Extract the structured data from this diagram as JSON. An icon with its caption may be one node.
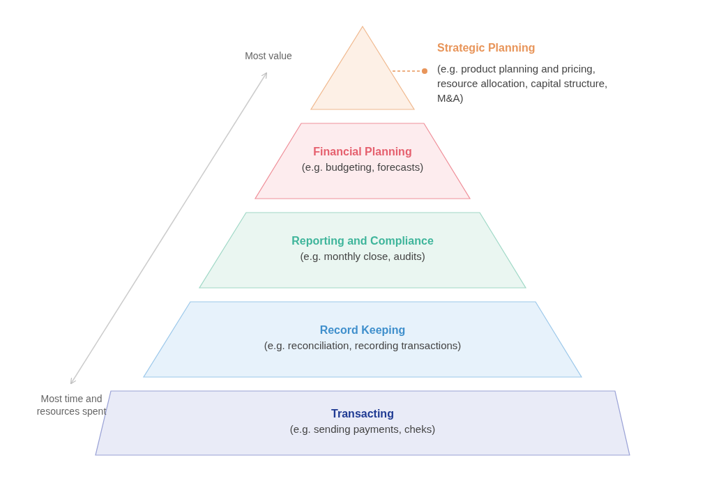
{
  "diagram": {
    "nodes": [
      {
        "text": [],
        "shape": "triangle"
      },
      {
        "text": [
          "Strategic Planning",
          "(e.g. product planning and pricing, resource allocation, capital structure, M&A)"
        ]
      },
      {
        "text": [
          "Financial Planning",
          "(e.g. budgeting, forecasts)"
        ]
      },
      {
        "text": [
          "Reporting and Compliance",
          "(e.g. monthly close, audits)"
        ]
      },
      {
        "text": [
          "Record Keeping",
          "(e.g. reconciliation, recording transactions)"
        ]
      },
      {
        "text": [
          "Transacting",
          "(e.g. sending payments, cheks)"
        ]
      }
    ],
    "edges": [
      {
        "from": 1,
        "to": 0,
        "arrow": "other",
        "style": "dashed"
      }
    ],
    "labels": [
      "Most value",
      "Most time and resources spent"
    ]
  }
}
